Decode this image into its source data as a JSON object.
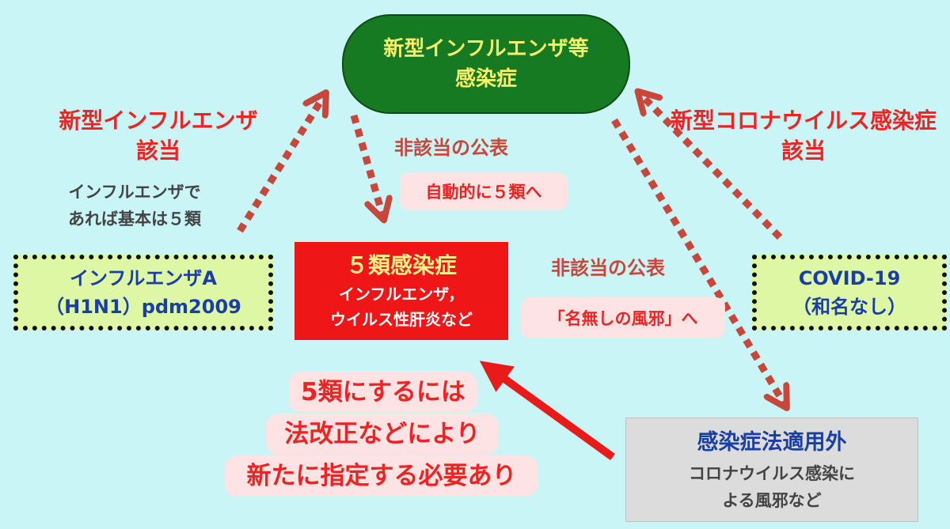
{
  "top_node": {
    "line1": "新型インフルエンザ等",
    "line2": "感染症"
  },
  "left_label": {
    "line1": "新型インフルエンザ",
    "line2": "該当",
    "note1": "インフルエンザで",
    "note2": "あれば基本は５類"
  },
  "right_label": {
    "line1": "新型コロナウイルス感染症",
    "line2": "該当"
  },
  "center_top_label": {
    "title": "非該当の公表",
    "box": "自動的に５類へ"
  },
  "center_right_label": {
    "title": "非該当の公表",
    "box": "「名無しの風邪」へ"
  },
  "left_box": {
    "line1": "インフルエンザA",
    "line2": "（H1N1）pdm2009"
  },
  "right_box": {
    "line1": "COVID-19",
    "line2": "（和名なし）"
  },
  "five_box": {
    "title": "５類感染症",
    "line1": "インフルエンザ，",
    "line2": "ウイルス性肝炎など"
  },
  "gray_box": {
    "title": "感染症法適用外",
    "line1": "コロナウイルス感染に",
    "line2": "よる風邪など"
  },
  "note": {
    "line1": "5類にするには",
    "line2": "法改正などにより",
    "line3": "新たに指定する必要あり"
  },
  "colors": {
    "background": "#c9f5f7",
    "pill": "#167a22",
    "accent_red": "#f02222",
    "arrow_dotted": "#c8473a",
    "arrow_solid": "#e81a1a"
  }
}
